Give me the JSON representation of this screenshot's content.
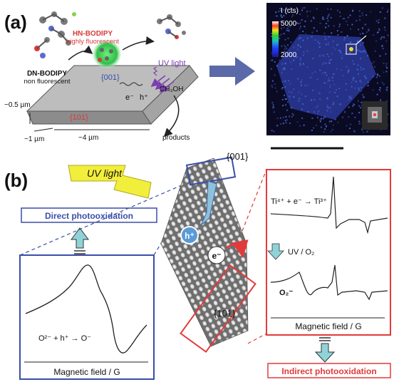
{
  "panel_a": {
    "label": "(a)",
    "hn_bodipy": "HN-BODIPY",
    "hn_sub": "highly fluorescent",
    "dn_bodipy": "DN-BODIPY",
    "dn_sub": "non fluorescent",
    "uv_light": "UV light",
    "facet_001": "{001}",
    "facet_101": "{101}",
    "electron": "e⁻",
    "hole": "h⁺",
    "methanol": "CH₃OH",
    "products": "products",
    "thickness": "~0.5 µm",
    "width_short": "~1 µm",
    "width_long": "~4 µm",
    "colorbar_title": "I (cts)",
    "colorbar_max": "5000",
    "colorbar_min": "2000"
  },
  "panel_b": {
    "label": "(b)",
    "uv_light": "UV light",
    "direct": "Direct photooxidation",
    "indirect": "Indirect photooxidation",
    "facet_001": "{001}",
    "facet_101": "{101}",
    "hole": "h⁺",
    "electron": "e⁻",
    "left_equation": "O²⁻ + h⁺ → O⁻",
    "left_xlabel": "Magnetic field / G",
    "right_equation": "Ti⁴⁺ + e⁻ → Ti³⁺",
    "right_condition": "UV / O₂",
    "right_species": "O₂⁻",
    "right_xlabel": "Magnetic field / G"
  },
  "colors": {
    "blue_box": "#3a4ea8",
    "red_box": "#e23a3a",
    "crystal_gray": "#9a9a9a",
    "uv_yellow": "#f2ee3c",
    "arrow_teal": "#8fd3d8",
    "map_bg": "#0a0a22",
    "map_dots": "#3b58c8"
  }
}
